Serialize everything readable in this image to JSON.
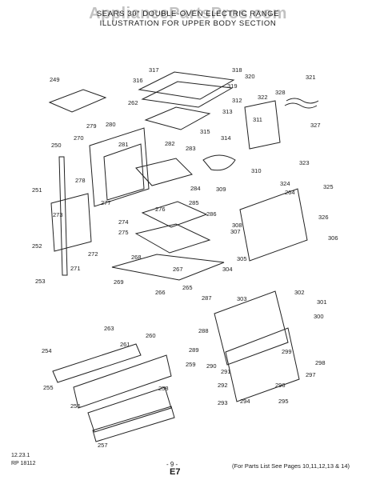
{
  "header": {
    "watermark": "AppliancePartsPros.com",
    "line1": "SEARS 30\" DOUBLE-OVEN ELECTRIC RANGE",
    "line2": "ILLUSTRATION FOR UPPER BODY SECTION"
  },
  "parts": [
    "249",
    "250",
    "251",
    "252",
    "253",
    "254",
    "255",
    "256",
    "257",
    "258",
    "259",
    "260",
    "261",
    "262",
    "263",
    "264",
    "265",
    "266",
    "267",
    "268",
    "269",
    "270",
    "271",
    "272",
    "273",
    "274",
    "275",
    "276",
    "277",
    "278",
    "279",
    "280",
    "281",
    "282",
    "283",
    "284",
    "285",
    "286",
    "287",
    "288",
    "289",
    "290",
    "291",
    "292",
    "293",
    "294",
    "295",
    "296",
    "297",
    "298",
    "299",
    "300",
    "301",
    "302",
    "303",
    "304",
    "305",
    "306",
    "307",
    "308",
    "309",
    "310",
    "311",
    "312",
    "313",
    "314",
    "315",
    "316",
    "317",
    "318",
    "319",
    "320",
    "321",
    "322",
    "323",
    "324",
    "325",
    "326",
    "327",
    "328"
  ],
  "footer": {
    "left_line1": "12.23.1",
    "left_line2": "RP 18112",
    "center_line1": "- 9 -",
    "center_line2": "E7",
    "right": "(For Parts List See Pages 10,11,12,13 & 14)"
  }
}
